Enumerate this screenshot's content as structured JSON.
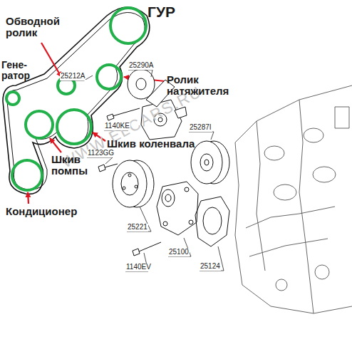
{
  "diagram": {
    "labels": [
      "ГУР",
      "Обводной ролик",
      "Гене- ратор",
      "25212A",
      "25290A",
      "Ролик натяжителя",
      "1140KE",
      "Шкив коленвала",
      "25287I",
      "1123GG",
      "Шкив помпы",
      "Кондиционер",
      "25221",
      "25100",
      "25124",
      "1140EV",
      "WWW.ELCARS.RU"
    ]
  }
}
